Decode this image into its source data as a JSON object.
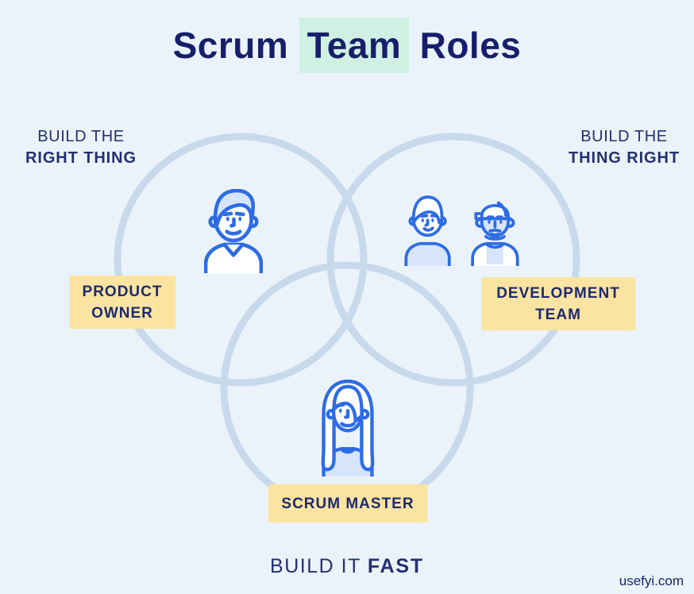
{
  "title": {
    "pre": "Scrum ",
    "highlight": "Team",
    "post": " Roles"
  },
  "annotations": {
    "top_left": {
      "line1": "BUILD THE",
      "line2": "RIGHT THING"
    },
    "top_right": {
      "line1": "BUILD THE",
      "line2": "THING RIGHT"
    },
    "bottom": {
      "prefix": "BUILD IT ",
      "emphasis": "FAST"
    }
  },
  "roles": {
    "product_owner": {
      "label": "PRODUCT OWNER",
      "icon": "man-avatar-icon"
    },
    "development_team": {
      "label": "DEVELOPMENT TEAM",
      "icon": "two-developers-icon"
    },
    "scrum_master": {
      "label": "SCRUM MASTER",
      "icon": "woman-avatar-icon"
    }
  },
  "watermark": "usefyi.com",
  "colors": {
    "background": "#ebf3fa",
    "venn_circle_stroke": "#c8d9ec",
    "label_background": "#fbe3a2",
    "title_highlight": "#cff0e2",
    "navy_text": "#1c2a6e",
    "title_navy": "#171f6b",
    "icon_stroke": "#2e6ce4",
    "icon_fill": "#d7e5fb"
  }
}
